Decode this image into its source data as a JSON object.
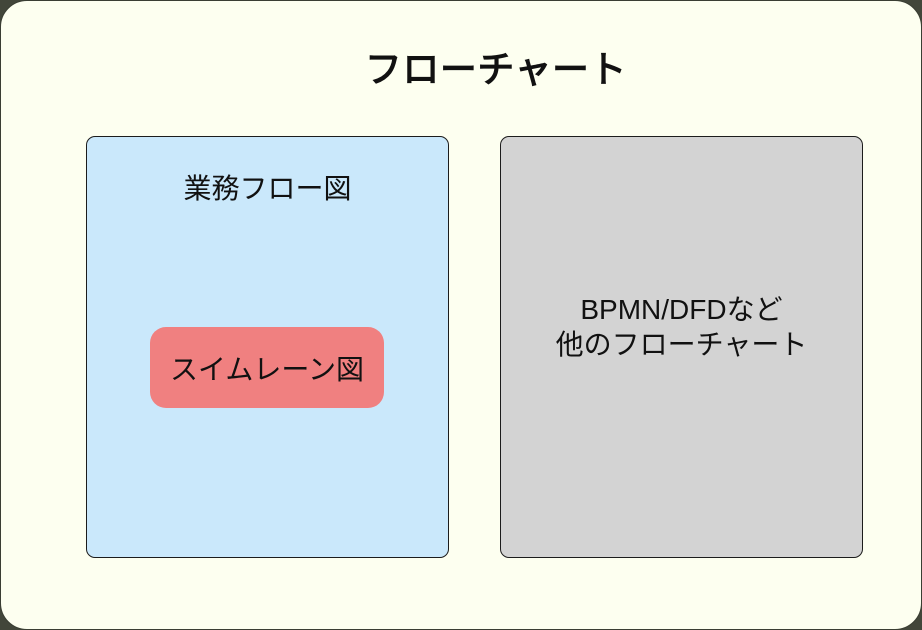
{
  "diagram": {
    "title": "フローチャート",
    "nodes": {
      "business_flow": {
        "label": "業務フロー図"
      },
      "swimlane": {
        "label": "スイムレーン図"
      },
      "other_flowcharts": {
        "label_line1": "BPMN/DFDなど",
        "label_line2": "他のフローチャート"
      }
    },
    "colors": {
      "page_background": "#42463A",
      "canvas_background": "#FDFFF0",
      "business_flow_fill": "#CAE8FB",
      "swimlane_fill": "#F08080",
      "other_flowcharts_fill": "#D3D3D3",
      "box_border": "#1C1C1C",
      "text": "#111111"
    }
  }
}
